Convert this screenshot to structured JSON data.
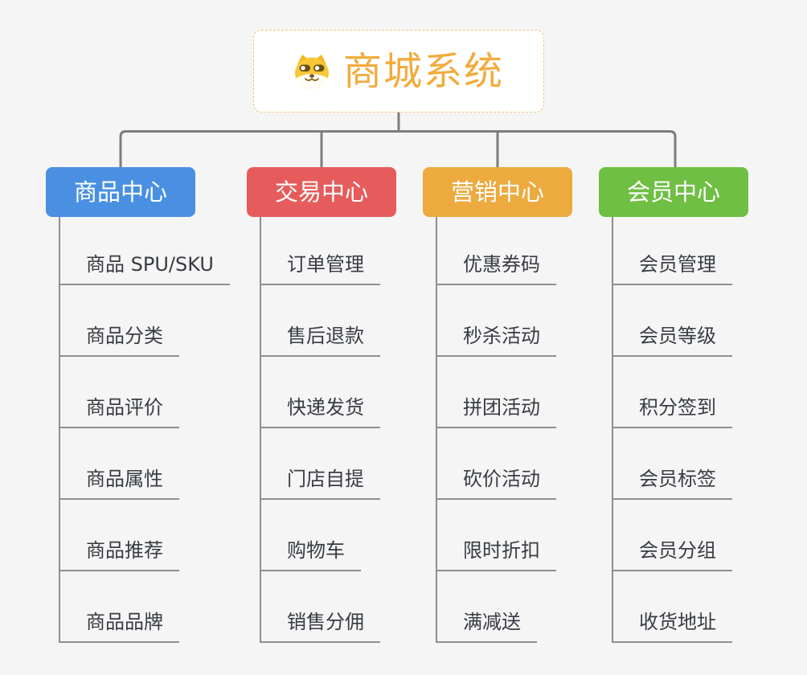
{
  "root": {
    "title": "商城系统",
    "icon": "shiba-dog-icon"
  },
  "branches": [
    {
      "label": "商品中心",
      "color": "#4a90e2",
      "children": [
        "商品 SPU/SKU",
        "商品分类",
        "商品评价",
        "商品属性",
        "商品推荐",
        "商品品牌"
      ]
    },
    {
      "label": "交易中心",
      "color": "#e65c5c",
      "children": [
        "订单管理",
        "售后退款",
        "快递发货",
        "门店自提",
        "购物车",
        "销售分佣"
      ]
    },
    {
      "label": "营销中心",
      "color": "#ecaa3f",
      "children": [
        "优惠券码",
        "秒杀活动",
        "拼团活动",
        "砍价活动",
        "限时折扣",
        "满减送"
      ]
    },
    {
      "label": "会员中心",
      "color": "#6fbf44",
      "children": [
        "会员管理",
        "会员等级",
        "积分签到",
        "会员标签",
        "会员分组",
        "收货地址"
      ]
    }
  ],
  "colors": {
    "background": "#f5f5f5",
    "root_accent": "#f2ab3c",
    "root_border": "#f0c47c",
    "connector": "#7d7d7d",
    "leaf_line": "#8f8f8f",
    "leaf_text": "#383c42"
  }
}
